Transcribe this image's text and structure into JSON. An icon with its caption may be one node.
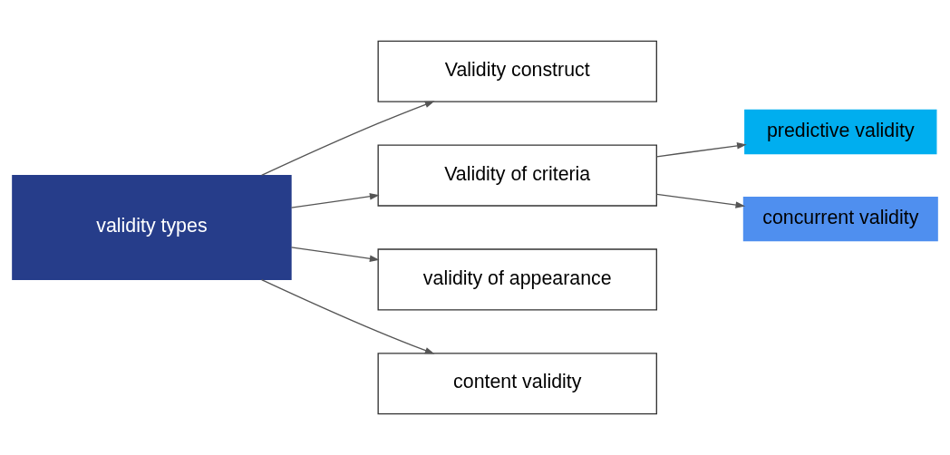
{
  "diagram": {
    "nodes": [
      {
        "text": [
          "validity types"
        ]
      },
      {
        "text": [
          "Validity construct"
        ]
      },
      {
        "text": [
          "Validity of criteria"
        ]
      },
      {
        "text": [
          "validity of appearance"
        ]
      },
      {
        "text": [
          "content validity"
        ]
      },
      {
        "text": [
          "predictive validity"
        ]
      },
      {
        "text": [
          "concurrent validity"
        ]
      }
    ],
    "edges": [
      {
        "from": 0,
        "to": 1,
        "arrow": "to"
      },
      {
        "from": 0,
        "to": 2,
        "arrow": "to"
      },
      {
        "from": 0,
        "to": 3,
        "arrow": "to"
      },
      {
        "from": 0,
        "to": 4,
        "arrow": "to"
      },
      {
        "from": 2,
        "to": 5,
        "arrow": "to"
      },
      {
        "from": 2,
        "to": 6,
        "arrow": "to"
      }
    ]
  }
}
